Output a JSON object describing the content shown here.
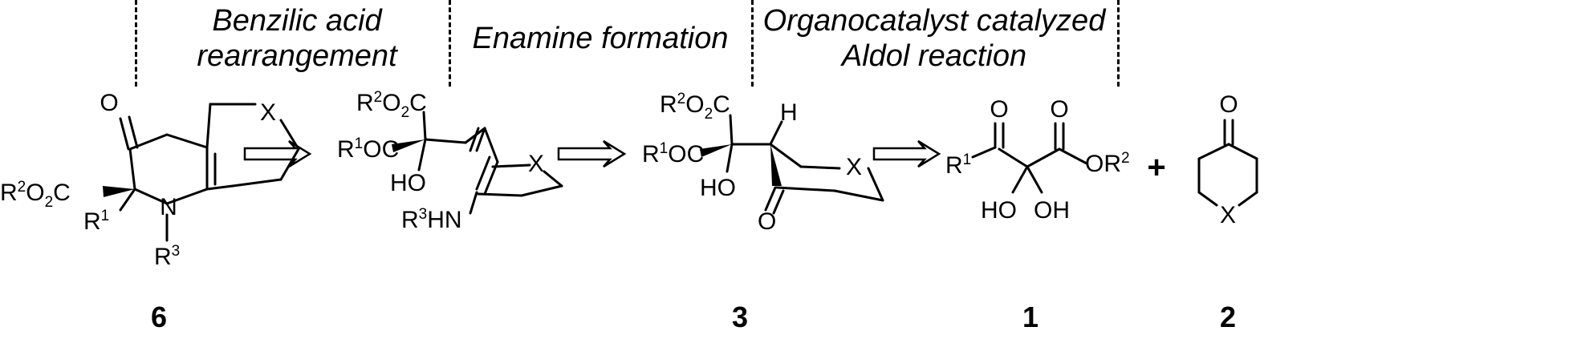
{
  "stages": [
    {
      "line1": "Benzilic acid",
      "line2": "rearrangement"
    },
    {
      "line1": "Enamine formation",
      "line2": ""
    },
    {
      "line1": "Organocatalyst catalyzed",
      "line2": "Aldol reaction"
    }
  ],
  "compounds": [
    {
      "id": "6"
    },
    {
      "id": "3"
    },
    {
      "id": "1"
    },
    {
      "id": "2"
    }
  ],
  "plus_sign": "+",
  "atoms": {
    "O": "O",
    "N": "N",
    "X": "X",
    "H": "H",
    "HO": "HO",
    "OH": "OH",
    "HN": "HN",
    "R": "R",
    "C": "C",
    "OC": "OC",
    "O2C_O": "O",
    "O2C_2": "2",
    "sup1": "1",
    "sup2": "2",
    "sup3": "3"
  }
}
